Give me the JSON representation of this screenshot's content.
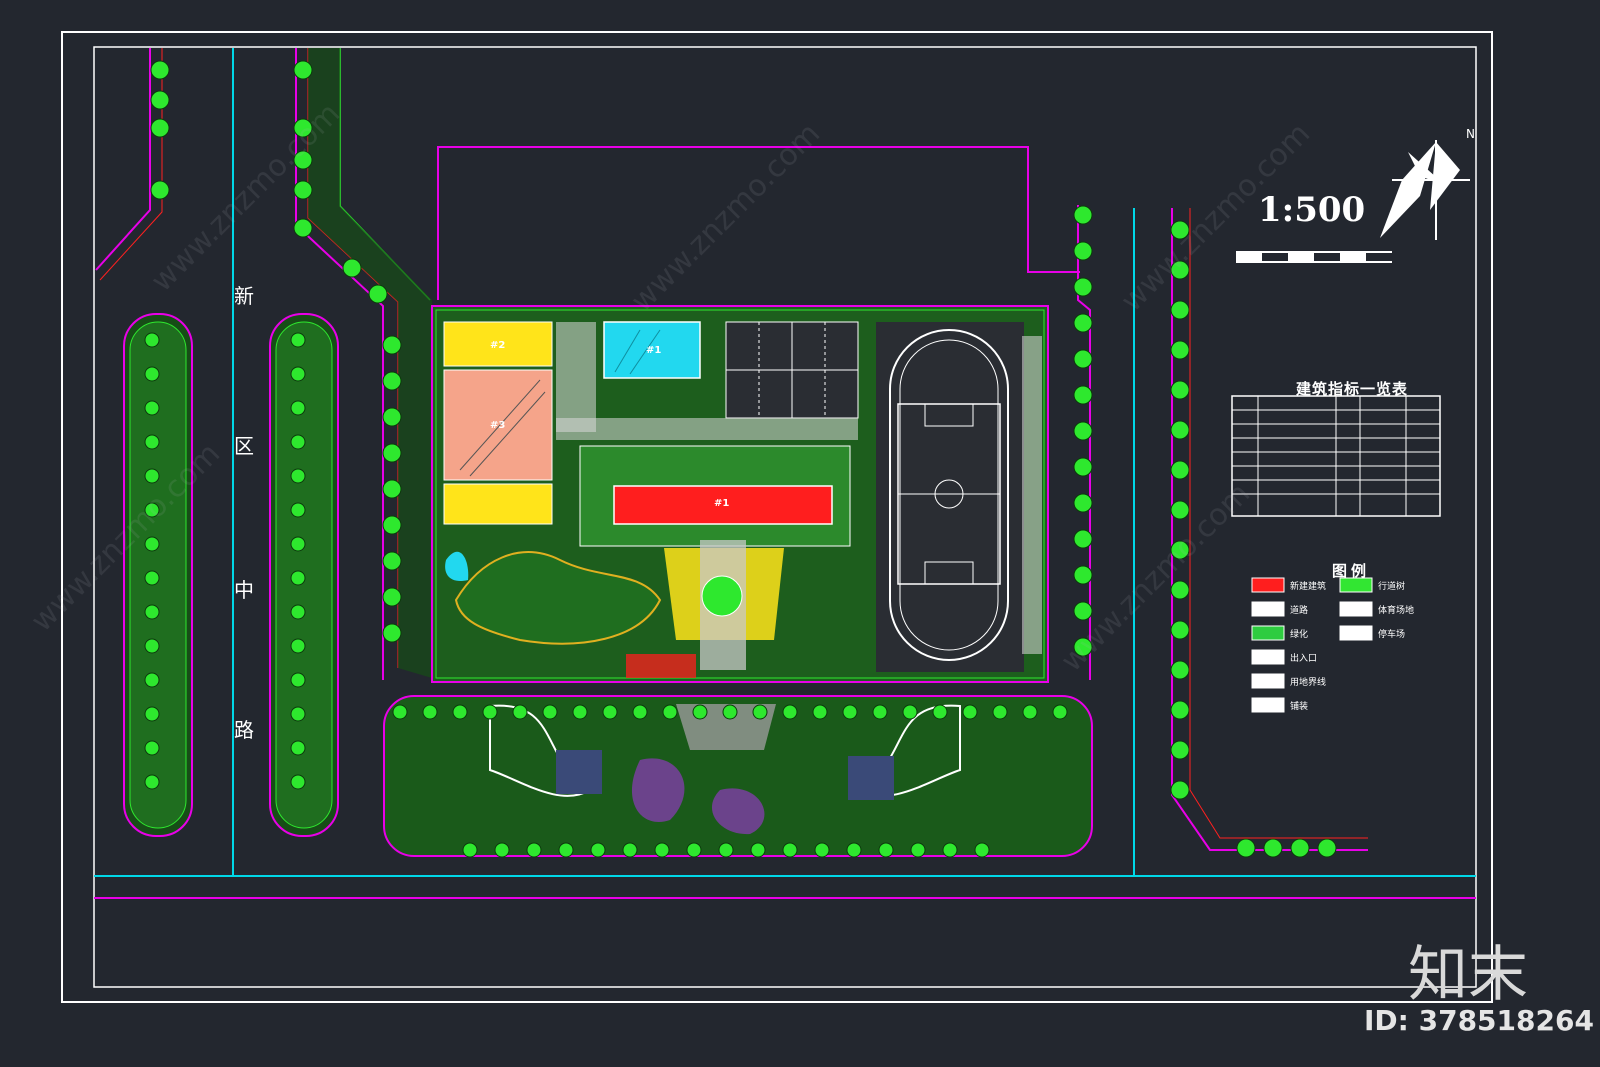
{
  "plan": {
    "road_name_chars": [
      "新",
      "区",
      "中",
      "路"
    ],
    "scale_text": "1:500",
    "north_label": "N",
    "table_title": "建筑指标一览表",
    "legend_title": "图例",
    "legend_items": [
      {
        "swatch": "#ff1e1e",
        "label": "新建建筑"
      },
      {
        "swatch": "#32e632",
        "label": "行道树"
      },
      {
        "swatch": "#ffffff",
        "label": "道路"
      },
      {
        "swatch": "#ffffff",
        "label": "体育场地"
      },
      {
        "swatch": "#2ecc40",
        "label": "绿化"
      },
      {
        "swatch": "#ffffff",
        "label": "停车场"
      },
      {
        "swatch": "#ffffff",
        "label": "出入口"
      },
      {
        "swatch": "#ffffff",
        "label": "用地界线"
      },
      {
        "swatch": "#ffffff",
        "label": "铺装"
      }
    ],
    "building_labels": [
      "#2",
      "#3",
      "#1",
      "#1"
    ],
    "colors": {
      "background": "#23272f",
      "frame": "#ffffff",
      "boundary": "#e800e8",
      "road_center": "#00d8e8",
      "green": "#1f6e1f",
      "tree": "#2ee82e",
      "building": "#ff1e1e",
      "court_yellow": "#ffe41a",
      "court_salmon": "#f5a48a",
      "pool": "#22d8ef"
    }
  },
  "watermark": {
    "brand": "知末",
    "id": "ID: 378518264",
    "site": "www.znzmo.com"
  }
}
